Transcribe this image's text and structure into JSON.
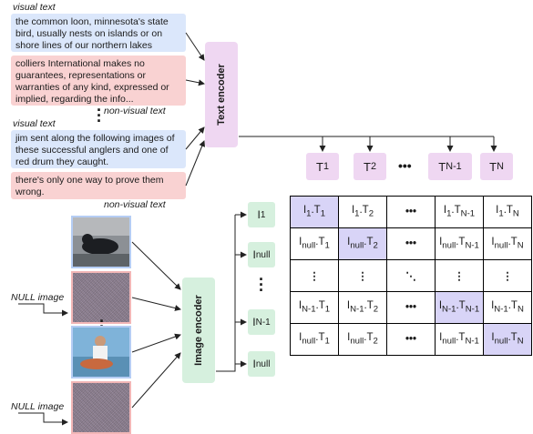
{
  "text_panel": {
    "label_visual_1": "visual text",
    "text_1": "the common loon, minnesota's state bird, usually nests on islands or on shore lines of our northern lakes",
    "text_2": "colliers International makes no guarantees, representations or warranties of any kind, expressed or implied, regarding the info...",
    "label_nonvisual_1": "non-visual text",
    "label_visual_2": "visual text",
    "text_3": "jim sent along the following images of these successful anglers and one of red drum they caught.",
    "text_4": "there's only one way to prove them wrong.",
    "label_nonvisual_2": "non-visual text"
  },
  "text_encoder_label": "Text encoder",
  "image_encoder_label": "Image encoder",
  "text_tokens": [
    "T1",
    "T2",
    "TN-1",
    "TN"
  ],
  "image_tokens": [
    "I1",
    "Inull",
    "IN-1",
    "Inull"
  ],
  "null_image_label": "NULL image",
  "matrix": {
    "rows": [
      [
        "I1.T1",
        "I1.T2",
        "•••",
        "I1.TN-1",
        "I1.TN"
      ],
      [
        "Inull.T1",
        "Inull.T2",
        "•••",
        "Inull.TN-1",
        "Inull.TN"
      ],
      [
        "⋮",
        "⋮",
        "⋱",
        "⋮",
        "⋮"
      ],
      [
        "IN-1.T1",
        "IN-1.T2",
        "•••",
        "IN-1.TN-1",
        "IN-1.TN"
      ],
      [
        "Inull.T1",
        "Inull.T2",
        "•••",
        "Inull.TN-1",
        "Inull.TN"
      ]
    ],
    "highlight_color": "#d8d4f7"
  },
  "colors": {
    "visual_text_bg": "#dbe7fb",
    "nonvisual_text_bg": "#f9d2d2",
    "text_encoder_bg": "#efd7f2",
    "image_encoder_bg": "#d6f0de"
  }
}
